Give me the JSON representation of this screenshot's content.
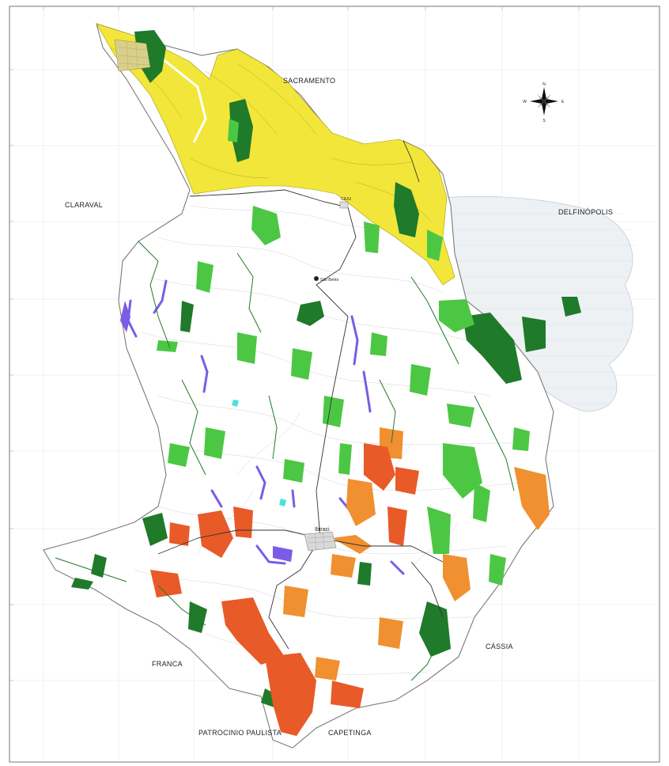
{
  "map": {
    "header_text": "",
    "places": {
      "sacramento": "SACRAMENTO",
      "claraval": "CLARAVAL",
      "delfinopolis": "DELFINÓPOLIS",
      "franca": "FRANCA",
      "cassia": "CÁSSIA",
      "patrocinio": "PATROCINIO PAULISTA",
      "capetinga": "CAPETINGA",
      "ibiraci": "Ibiraci",
      "cajuru": "CAJU",
      "sao_bento": "São Bento"
    },
    "compass": {
      "north": "N",
      "south": "S",
      "east": "E",
      "west": "W"
    },
    "colors": {
      "yellow_zone": "#f2e63a",
      "dark_green": "#1f7a2a",
      "light_green": "#4cc744",
      "purple": "#7a5ce6",
      "orange": "#f09030",
      "red_orange": "#e85a28",
      "cyan": "#4de0e0",
      "boundary": "#888888",
      "contours": "#cfcfcf"
    }
  }
}
